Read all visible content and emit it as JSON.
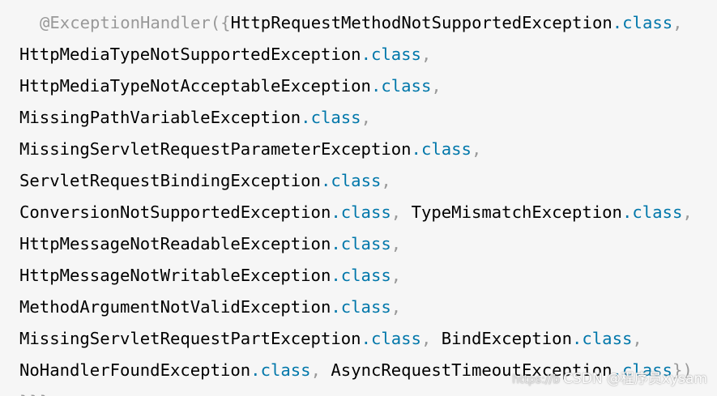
{
  "code": {
    "lines": [
      [
        {
          "t": "@ExceptionHandler",
          "k": "annotation"
        },
        {
          "t": "({",
          "k": "punct"
        },
        {
          "t": "HttpRequestMethodNotSupportedException",
          "k": "type"
        },
        {
          "t": ".class",
          "k": "kw"
        },
        {
          "t": ",",
          "k": "punct"
        }
      ],
      [
        {
          "t": "HttpMediaTypeNotSupportedException",
          "k": "type"
        },
        {
          "t": ".class",
          "k": "kw"
        },
        {
          "t": ",",
          "k": "punct"
        }
      ],
      [
        {
          "t": "HttpMediaTypeNotAcceptableException",
          "k": "type"
        },
        {
          "t": ".class",
          "k": "kw"
        },
        {
          "t": ",",
          "k": "punct"
        }
      ],
      [
        {
          "t": "MissingPathVariableException",
          "k": "type"
        },
        {
          "t": ".class",
          "k": "kw"
        },
        {
          "t": ",",
          "k": "punct"
        }
      ],
      [
        {
          "t": "MissingServletRequestParameterException",
          "k": "type"
        },
        {
          "t": ".class",
          "k": "kw"
        },
        {
          "t": ",",
          "k": "punct"
        }
      ],
      [
        {
          "t": "ServletRequestBindingException",
          "k": "type"
        },
        {
          "t": ".class",
          "k": "kw"
        },
        {
          "t": ",",
          "k": "punct"
        }
      ],
      [
        {
          "t": "ConversionNotSupportedException",
          "k": "type"
        },
        {
          "t": ".class",
          "k": "kw"
        },
        {
          "t": ", ",
          "k": "punct"
        },
        {
          "t": "TypeMismatchException",
          "k": "type"
        },
        {
          "t": ".class",
          "k": "kw"
        },
        {
          "t": ",",
          "k": "punct"
        }
      ],
      [
        {
          "t": "HttpMessageNotReadableException",
          "k": "type"
        },
        {
          "t": ".class",
          "k": "kw"
        },
        {
          "t": ",",
          "k": "punct"
        }
      ],
      [
        {
          "t": "HttpMessageNotWritableException",
          "k": "type"
        },
        {
          "t": ".class",
          "k": "kw"
        },
        {
          "t": ",",
          "k": "punct"
        }
      ],
      [
        {
          "t": "MethodArgumentNotValidException",
          "k": "type"
        },
        {
          "t": ".class",
          "k": "kw"
        },
        {
          "t": ",",
          "k": "punct"
        }
      ],
      [
        {
          "t": "MissingServletRequestPartException",
          "k": "type"
        },
        {
          "t": ".class",
          "k": "kw"
        },
        {
          "t": ", ",
          "k": "punct"
        },
        {
          "t": "BindException",
          "k": "type"
        },
        {
          "t": ".class",
          "k": "kw"
        },
        {
          "t": ",",
          "k": "punct"
        }
      ],
      [
        {
          "t": "NoHandlerFoundException",
          "k": "type"
        },
        {
          "t": ".class",
          "k": "kw"
        },
        {
          "t": ", ",
          "k": "punct"
        },
        {
          "t": "AsyncRequestTimeoutException",
          "k": "type"
        },
        {
          "t": ".class",
          "k": "kw"
        },
        {
          "t": "})",
          "k": "punct"
        }
      ]
    ],
    "partial_last_line": "}}}"
  },
  "watermark": {
    "url": "https://b",
    "text": "CSDN @程序员xysam"
  },
  "colors": {
    "background": "#f6f6f6",
    "annotation": "#999999",
    "keyword": "#0077aa",
    "punctuation": "#999999",
    "text": "#000000"
  }
}
